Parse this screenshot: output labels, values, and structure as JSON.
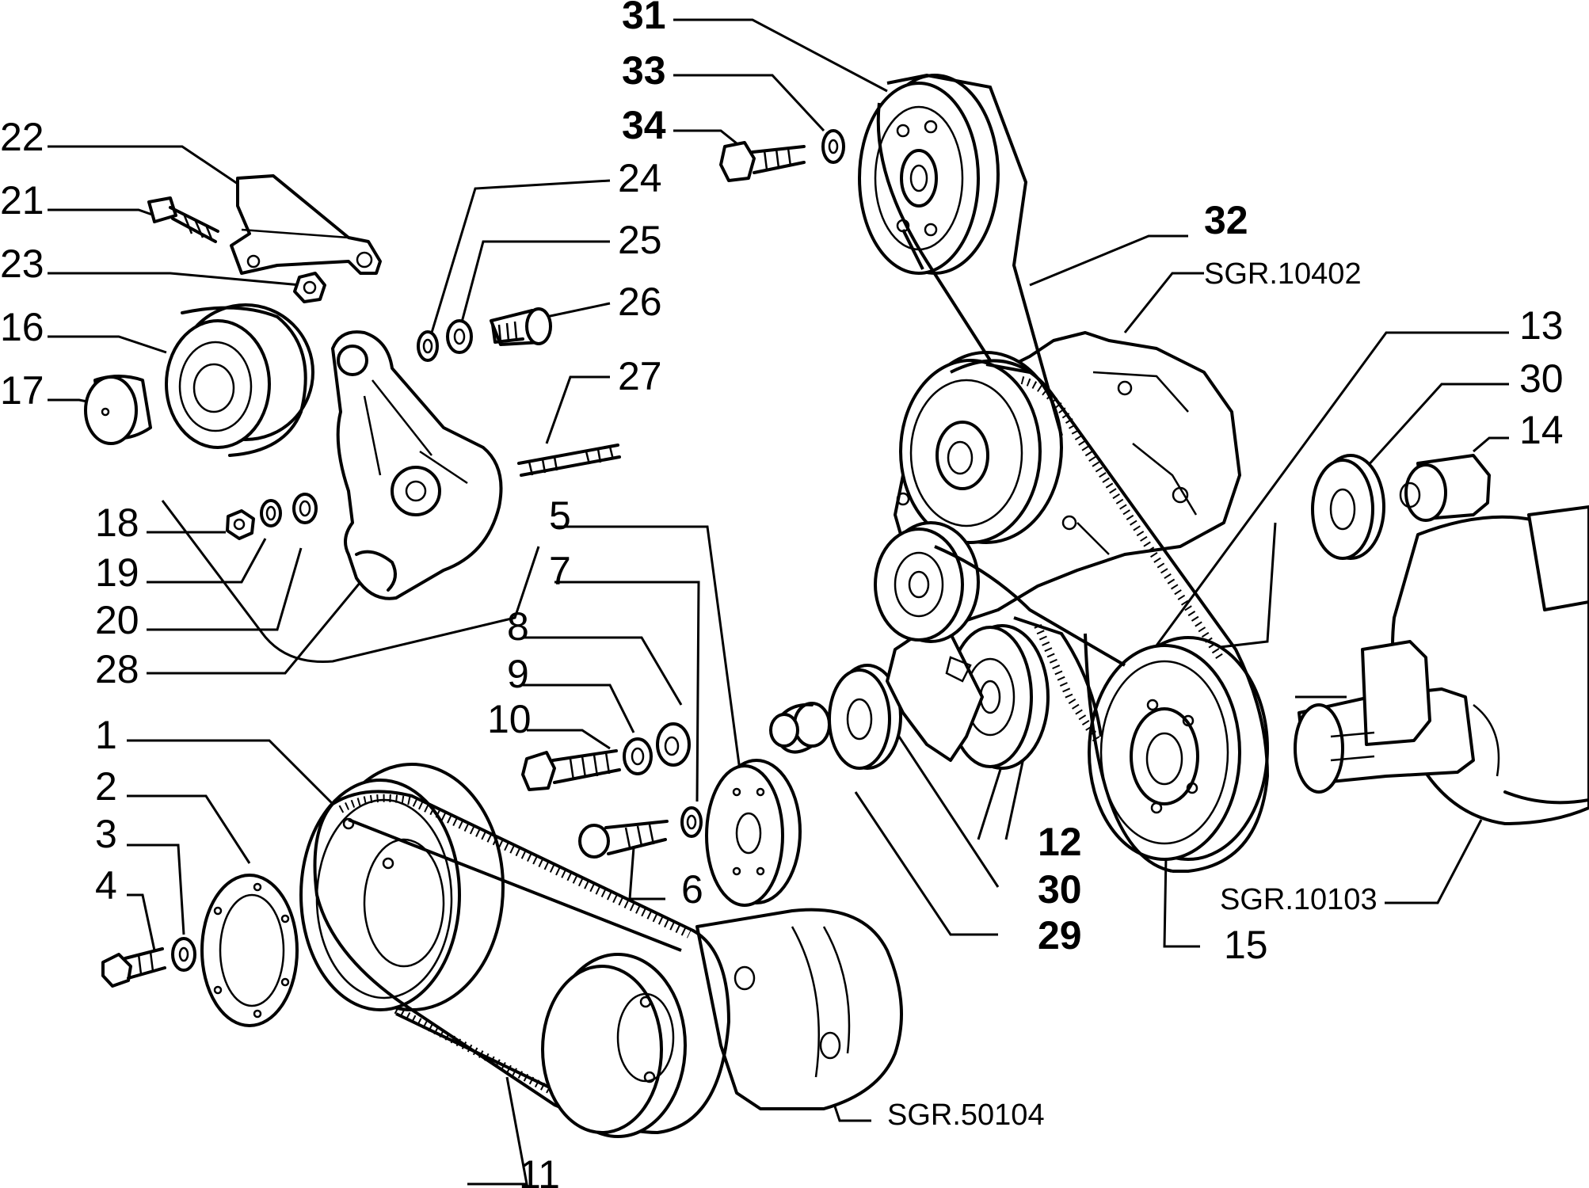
{
  "labels": {
    "n1": "1",
    "n2": "2",
    "n3": "3",
    "n4": "4",
    "n5": "5",
    "n6": "6",
    "n7": "7",
    "n8": "8",
    "n9": "9",
    "n10": "10",
    "n11": "11",
    "n12": "12",
    "n13": "13",
    "n14": "14",
    "n15": "15",
    "n16": "16",
    "n17": "17",
    "n18": "18",
    "n19": "19",
    "n20": "20",
    "n21": "21",
    "n22": "22",
    "n23": "23",
    "n24": "24",
    "n25": "25",
    "n26": "26",
    "n27": "27",
    "n28": "28",
    "n29": "29",
    "n30a": "30",
    "n30b": "30",
    "n31": "31",
    "n32": "32",
    "n33": "33",
    "n34": "34"
  },
  "references": {
    "sgr_10402": "SGR.10402",
    "sgr_10103": "SGR.10103",
    "sgr_50104": "SGR.50104"
  }
}
